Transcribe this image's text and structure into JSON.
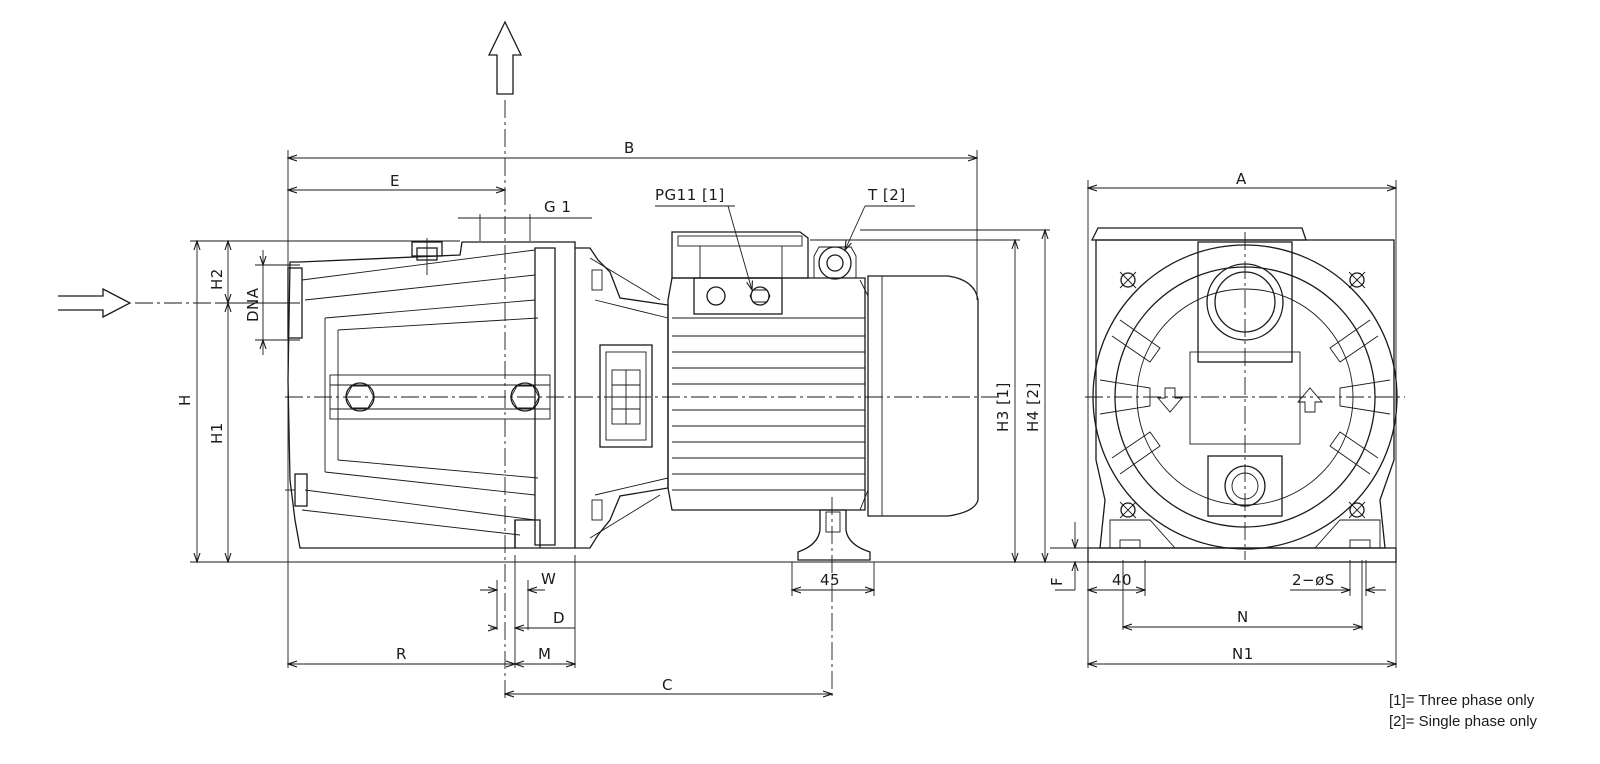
{
  "dimensions": {
    "B": "B",
    "E": "E",
    "G1": "G 1",
    "PG11": "PG11 [1]",
    "T": "T [2]",
    "H": "H",
    "H1": "H1",
    "H2": "H2",
    "DNA": "DNA",
    "H3": "H3 [1]",
    "H4": "H4 [2]",
    "W": "W",
    "D": "D",
    "R": "R",
    "M": "M",
    "C": "C",
    "d45": "45",
    "A": "A",
    "F": "F",
    "d40": "40",
    "S": "2−øS",
    "N": "N",
    "N1": "N1"
  },
  "notes": {
    "note1": "[1]= Three phase only",
    "note2": "[2]= Single phase only"
  }
}
